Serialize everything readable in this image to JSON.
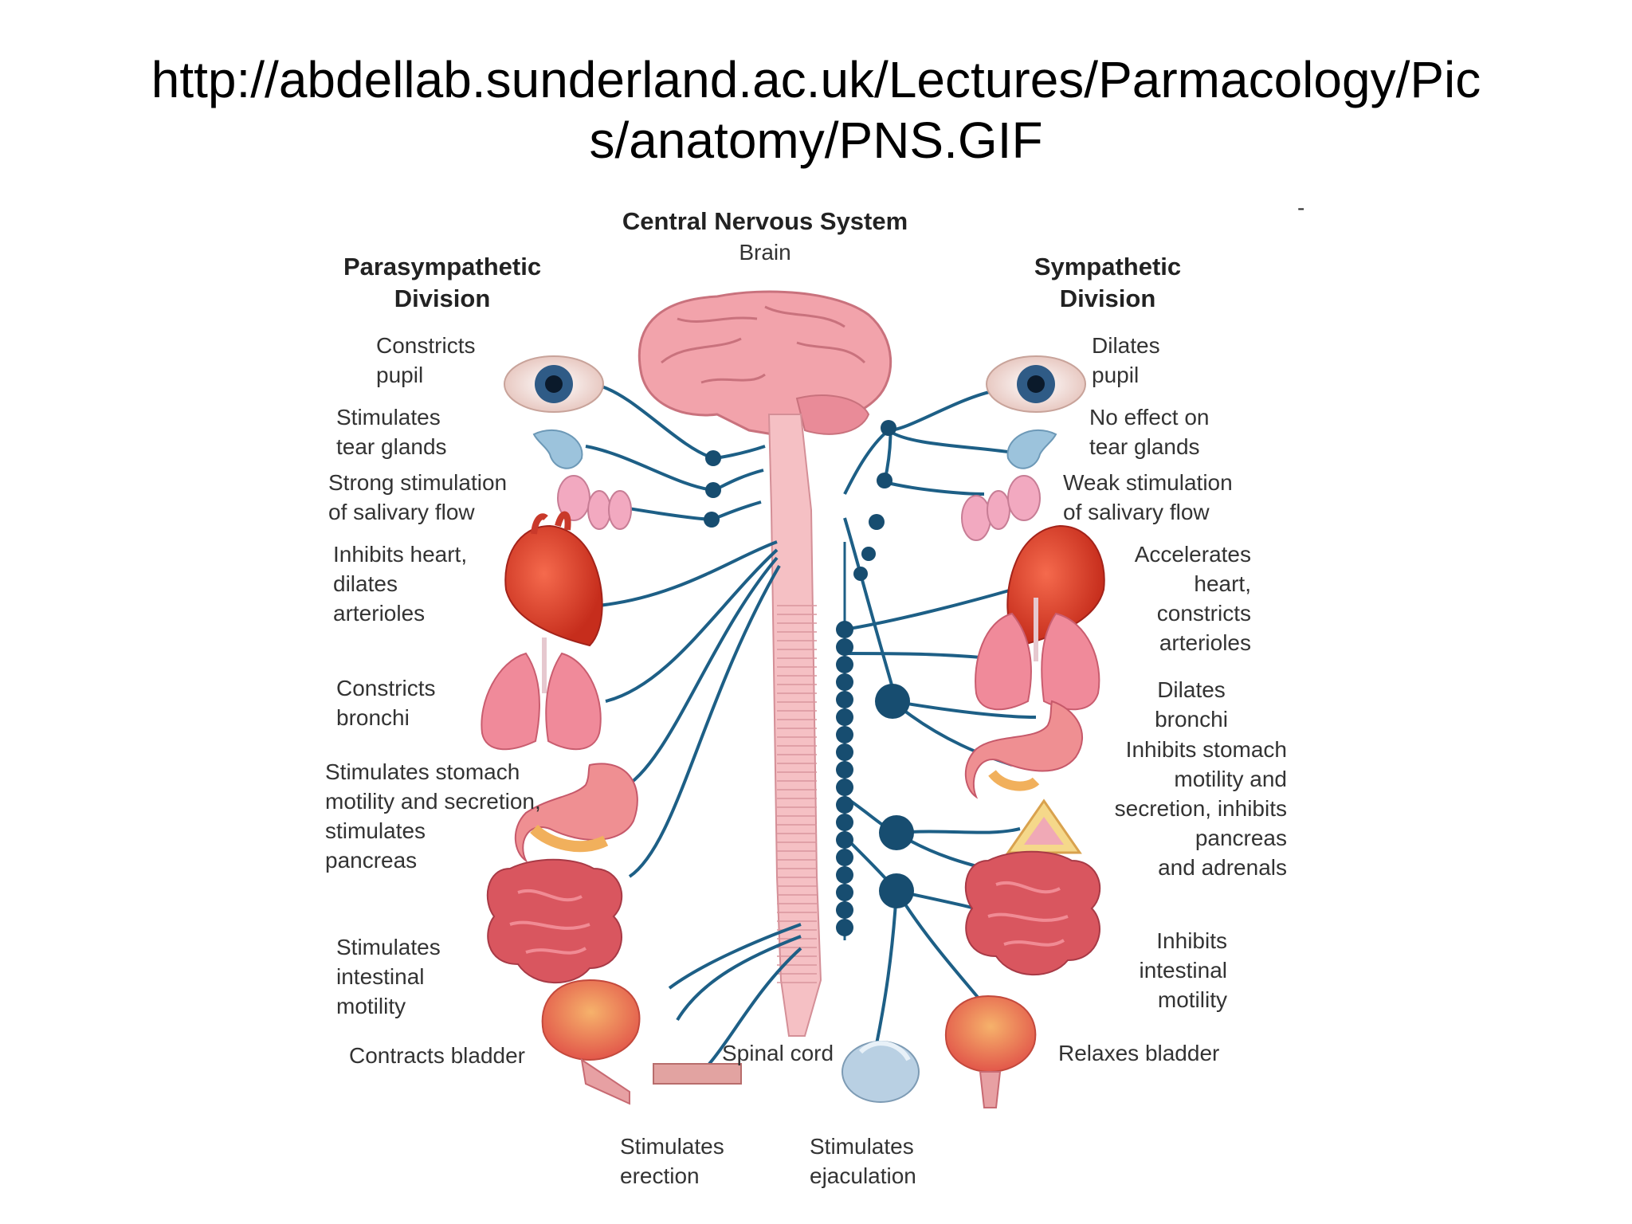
{
  "title": {
    "line1": "http://abdellab.sunderland.ac.uk/Lectures/Parmacology/Pic",
    "line2": "s/anatomy/PNS.GIF"
  },
  "diagram": {
    "cns_title": "Central Nervous System",
    "brain": "Brain",
    "spinal_cord": "Spinal cord",
    "parasympathetic": {
      "heading": "Parasympathetic\nDivision",
      "effects": {
        "eye": "Constricts\npupil",
        "tear": "Stimulates\ntear glands",
        "saliva": "Strong stimulation\nof salivary flow",
        "heart": "Inhibits heart,\ndilates\narterioles",
        "lungs": "Constricts\nbronchi",
        "stomach": "Stimulates stomach\nmotility and secretion,\nstimulates\npancreas",
        "intestine": "Stimulates\nintestinal\nmotility",
        "bladder": "Contracts bladder",
        "erection": "Stimulates\nerection"
      }
    },
    "sympathetic": {
      "heading": "Sympathetic\nDivision",
      "effects": {
        "eye": "Dilates\npupil",
        "tear": "No effect on\ntear glands",
        "saliva": "Weak stimulation\nof salivary flow",
        "heart": "Accelerates\nheart,\nconstricts\narterioles",
        "lungs": "Dilates\nbronchi",
        "stomach": "Inhibits stomach\nmotility and\nsecretion, inhibits\npancreas\nand adrenals",
        "intestine": "Inhibits\nintestinal\nmotility",
        "bladder": "Relaxes bladder",
        "ejaculation": "Stimulates\nejaculation"
      }
    },
    "corner_mark": "-"
  },
  "colors": {
    "nerve": "#1d5f86",
    "ganglion": "#174d70",
    "brain": "#f2a3ab",
    "spinal": "#f5c0c4",
    "heart": "#e5432b",
    "lungs": "#f08a9a",
    "gut": "#d9565f",
    "iris": "#2f5b86",
    "gland": "#9cc3dc"
  }
}
